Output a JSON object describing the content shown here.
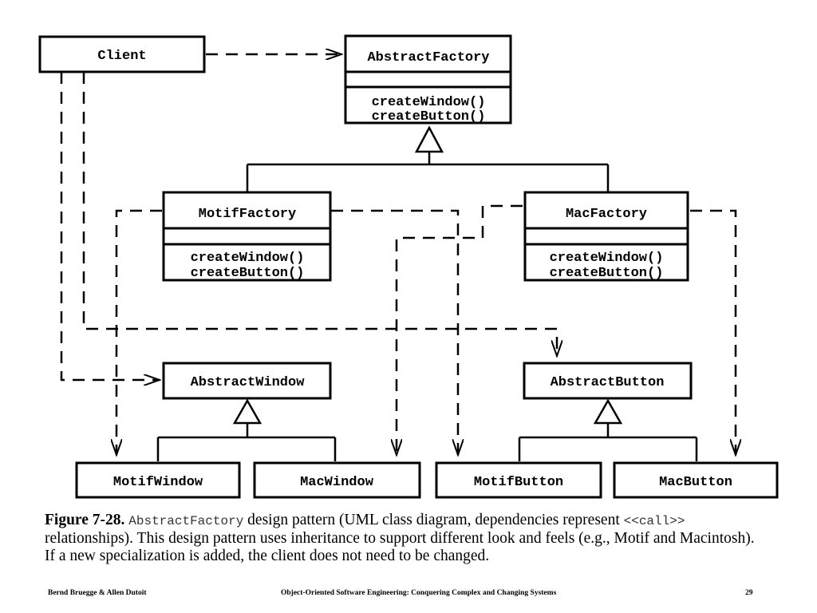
{
  "diagram": {
    "classes": {
      "client": {
        "name": "Client"
      },
      "abstract_factory": {
        "name": "AbstractFactory",
        "operations": [
          "createWindow()",
          "createButton()"
        ]
      },
      "motif_factory": {
        "name": "MotifFactory",
        "operations": [
          "createWindow()",
          "createButton()"
        ]
      },
      "mac_factory": {
        "name": "MacFactory",
        "operations": [
          "createWindow()",
          "createButton()"
        ]
      },
      "abstract_window": {
        "name": "AbstractWindow"
      },
      "abstract_button": {
        "name": "AbstractButton"
      },
      "motif_window": {
        "name": "MotifWindow"
      },
      "mac_window": {
        "name": "MacWindow"
      },
      "motif_button": {
        "name": "MotifButton"
      },
      "mac_button": {
        "name": "MacButton"
      }
    }
  },
  "caption": {
    "figure_label": "Figure 7-28.",
    "class_ref": "AbstractFactory",
    "text_1": " design pattern (UML class diagram, dependencies represent ",
    "stereotype": "<<call>>",
    "text_2": " relationships). This design pattern uses inheritance to support different look and feels (e.g., Motif and Macintosh). If a new specialization is added, the client does not need to be changed."
  },
  "footer": {
    "authors": "Bernd Bruegge & Allen Dutoit",
    "book_title": "Object-Oriented Software Engineering: Conquering Complex and Changing Systems",
    "page_number": "29"
  }
}
